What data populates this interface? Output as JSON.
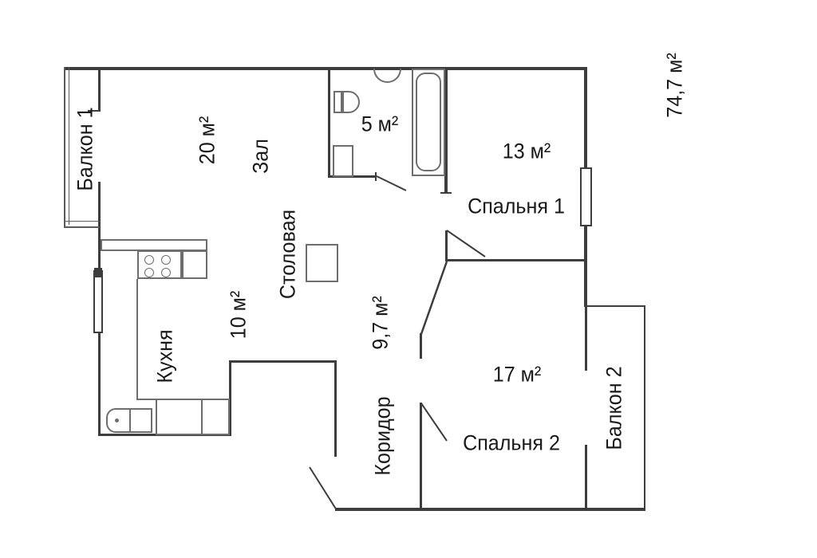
{
  "plan": {
    "type": "apartment-floor-plan",
    "total_area_label": "74,7 м²",
    "rooms": {
      "balcony1": {
        "label": "Балкон 1"
      },
      "hall": {
        "label": "Зал",
        "area": "20 м²"
      },
      "bathroom": {
        "area": "5 м²"
      },
      "bedroom1": {
        "label": "Спальня 1",
        "area": "13 м²"
      },
      "dining": {
        "label": "Столовая"
      },
      "kitchen": {
        "label": "Кухня",
        "area": "10 м²"
      },
      "corridor": {
        "label": "Коридор",
        "area": "9,7 м²"
      },
      "bedroom2": {
        "label": "Спальня 2",
        "area": "17 м²"
      },
      "balcony2": {
        "label": "Балкон 2"
      }
    },
    "colors": {
      "wall": "#3d3d3d",
      "fixture": "#6e6e6e",
      "text": "#191919",
      "background": "#ffffff"
    }
  }
}
